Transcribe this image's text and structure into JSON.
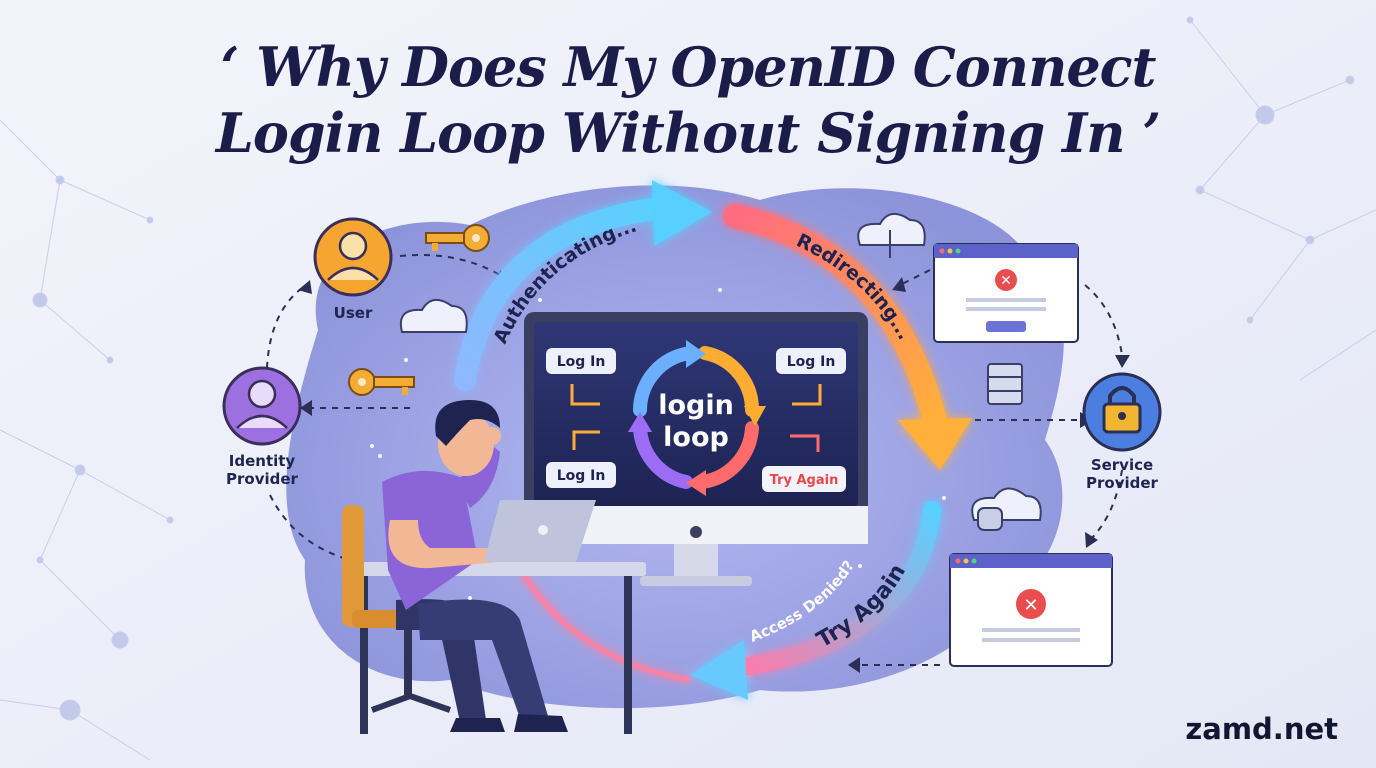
{
  "title": {
    "line1": "‘ Why Does My OpenID Connect",
    "line2": "Login Loop Without Signing In ’"
  },
  "nodes": {
    "user": "User",
    "identity_provider_line1": "Identity",
    "identity_provider_line2": "Provider",
    "service_provider_line1": "Service",
    "service_provider_line2": "Provider"
  },
  "arrows": {
    "authenticating": "Authenticating...",
    "redirecting": "Redirecting...",
    "access_denied": "Access Denied?",
    "try_again": "Try Again"
  },
  "monitor": {
    "center_line1": "login",
    "center_line2": "loop",
    "button_top_left": "Log In",
    "button_top_right": "Log In",
    "button_bottom_left": "Log In",
    "button_bottom_right": "Try Again"
  },
  "brand": "zamd.net",
  "colors": {
    "title": "#1b1c4a",
    "background": "#eceff9",
    "blob": "#8e94dc",
    "glow_blue": "#57c8ff",
    "glow_orange": "#ffa534",
    "glow_pink": "#ff6f88",
    "monitor_screen": "#232a5e",
    "error_red": "#ea4d4d",
    "lock_gold": "#f1b532"
  },
  "icons": [
    "user-avatar-icon",
    "identity-provider-avatar-icon",
    "padlock-icon",
    "key-icon",
    "cloud-icon",
    "server-icon",
    "error-window-icon",
    "cycle-arrows-icon"
  ]
}
